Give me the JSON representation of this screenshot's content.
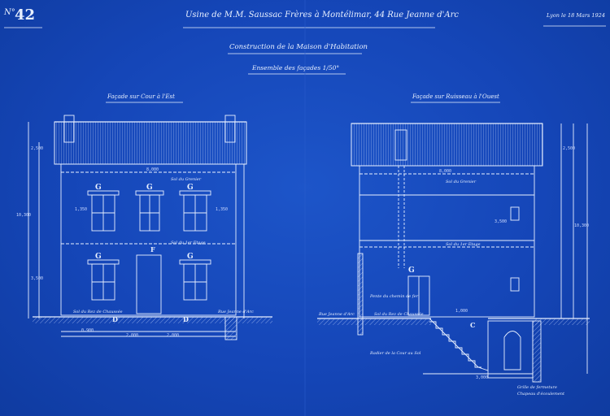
{
  "header": {
    "plate_number": "42",
    "plate_prefix": "N°",
    "owner_line": "Usine de M.M. Saussac Frères à Montélimar, 44 Rue Jeanne d'Arc",
    "date_line": "Lyon le 18 Mars 1924",
    "title": "Construction de la Maison d'Habitation",
    "subtitle": "Ensemble des façades  1/50°"
  },
  "views": {
    "east": {
      "title": "Façade sur Cour à l'Est"
    },
    "west": {
      "title": "Façade sur Ruisseau à l'Ouest"
    }
  },
  "labels": {
    "letter_g": "G",
    "letter_d": "D",
    "letter_f": "F",
    "letter_c": "C",
    "attic_floor": "Sol du Grenier",
    "first_floor": "Sol du 1er Etage",
    "ground_floor": "Sol du Rez de Chaussée",
    "street_level": "Rue Jeanne d'Arc",
    "canal_note": "Pente du chemin de fer",
    "bottom_note_1": "Radier de la Cour au Sol",
    "bottom_note_2": "Grille de fermeture",
    "bottom_note_3": "Chapeau d'écoulement",
    "width_total": "8,000",
    "dim_1": "2,000",
    "dim_2": "1,000",
    "dim_3": "3,000",
    "dim_4": "1,350",
    "dim_5": "0,900",
    "dim_6": "3,500",
    "dim_7": "2,500",
    "dim_8": "10,300"
  }
}
